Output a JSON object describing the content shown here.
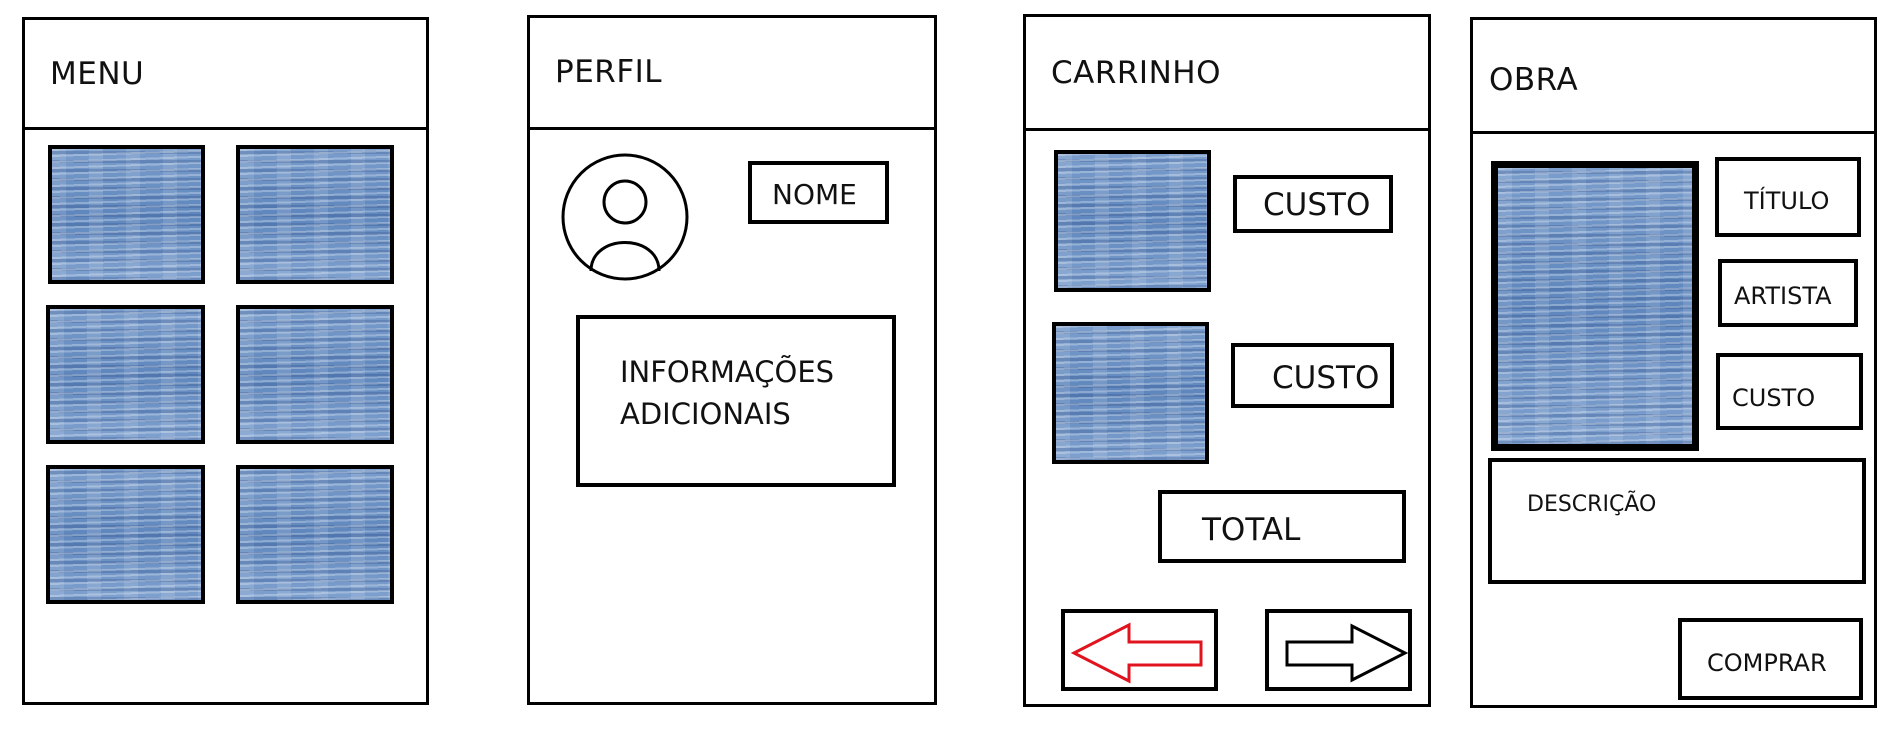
{
  "menu": {
    "title": "MENU"
  },
  "perfil": {
    "title": "PERFIL",
    "name_label": "NOME",
    "info_line1": "INFORMAÇÕES",
    "info_line2": "ADICIONAIS"
  },
  "carrinho": {
    "title": "CARRINHO",
    "items": [
      {
        "cost_label": "CUSTO"
      },
      {
        "cost_label": "CUSTO"
      }
    ],
    "total_label": "TOTAL"
  },
  "obra": {
    "title": "OBRA",
    "title_label": "TÍTULO",
    "artist_label": "ARTISTA",
    "cost_label": "CUSTO",
    "description_label": "DESCRIÇÃO",
    "buy_label": "COMPRAR"
  },
  "colors": {
    "placeholder_image": "#6b8fc2",
    "back_arrow": "#e0141e",
    "forward_arrow": "#000000"
  },
  "icons": {
    "avatar": "user-avatar-icon",
    "back": "arrow-left-icon",
    "forward": "arrow-right-icon"
  }
}
